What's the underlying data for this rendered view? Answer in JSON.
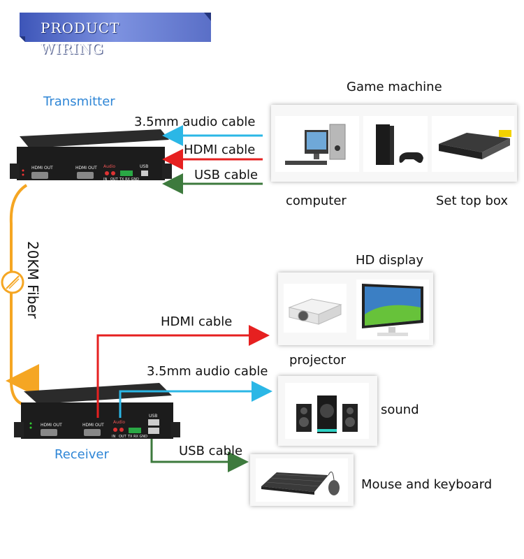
{
  "header": {
    "title": "PRODUCT WIRING"
  },
  "labels": {
    "transmitter": "Transmitter",
    "receiver": "Receiver",
    "fiber": "20KM Fiber",
    "game_machine": "Game machine",
    "computer": "computer",
    "set_top_box": "Set top box",
    "hd_display": "HD display",
    "projector": "projector",
    "sound": "sound",
    "mouse_keyboard": "Mouse and keyboard"
  },
  "cables": {
    "tx_audio": "3.5mm audio cable",
    "tx_hdmi": "HDMI cable",
    "tx_usb": "USB cable",
    "rx_hdmi": "HDMI cable",
    "rx_audio": "3.5mm audio cable",
    "rx_usb": "USB cable"
  },
  "device_ports": {
    "hdmi_out_1": "HDMI OUT",
    "hdmi_out_2": "HDMI OUT",
    "audio": "Audio",
    "usb": "USB",
    "in": "IN",
    "out": "OUT",
    "tx_rx_gnd": "TX RX GND"
  },
  "colors": {
    "banner": "#5a6fc7",
    "audio_cable": "#2bb7e6",
    "hdmi_cable": "#e62020",
    "usb_cable": "#3d7a3d",
    "fiber": "#f5a623",
    "label_blue": "#2f86d6"
  }
}
